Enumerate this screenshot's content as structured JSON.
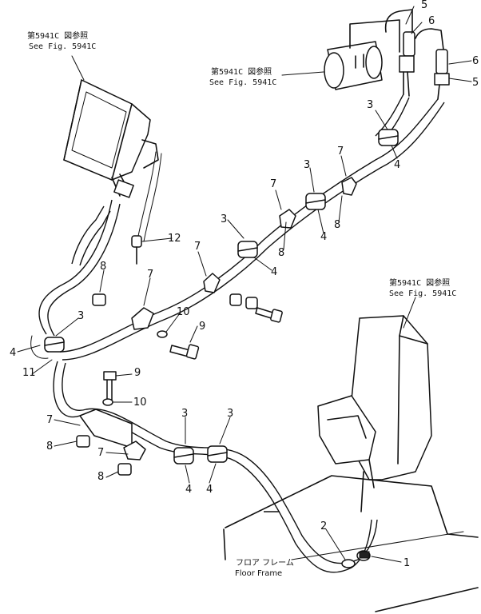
{
  "references": [
    {
      "jp": "第5941C 図参照",
      "en": "See Fig. 5941C"
    },
    {
      "jp": "第5941C 図参照",
      "en": "See Fig. 5941C"
    },
    {
      "jp": "第5941C 図参照",
      "en": "See Fig. 5941C"
    }
  ],
  "floor_label": {
    "jp": "フロア フレーム",
    "en": "Floor Frame"
  },
  "callouts": {
    "n1": "1",
    "n2": "2",
    "n3": "3",
    "n4": "4",
    "n5": "5",
    "n6": "6",
    "n7": "7",
    "n8": "8",
    "n9": "9",
    "n10": "10",
    "n11": "11",
    "n12": "12"
  }
}
